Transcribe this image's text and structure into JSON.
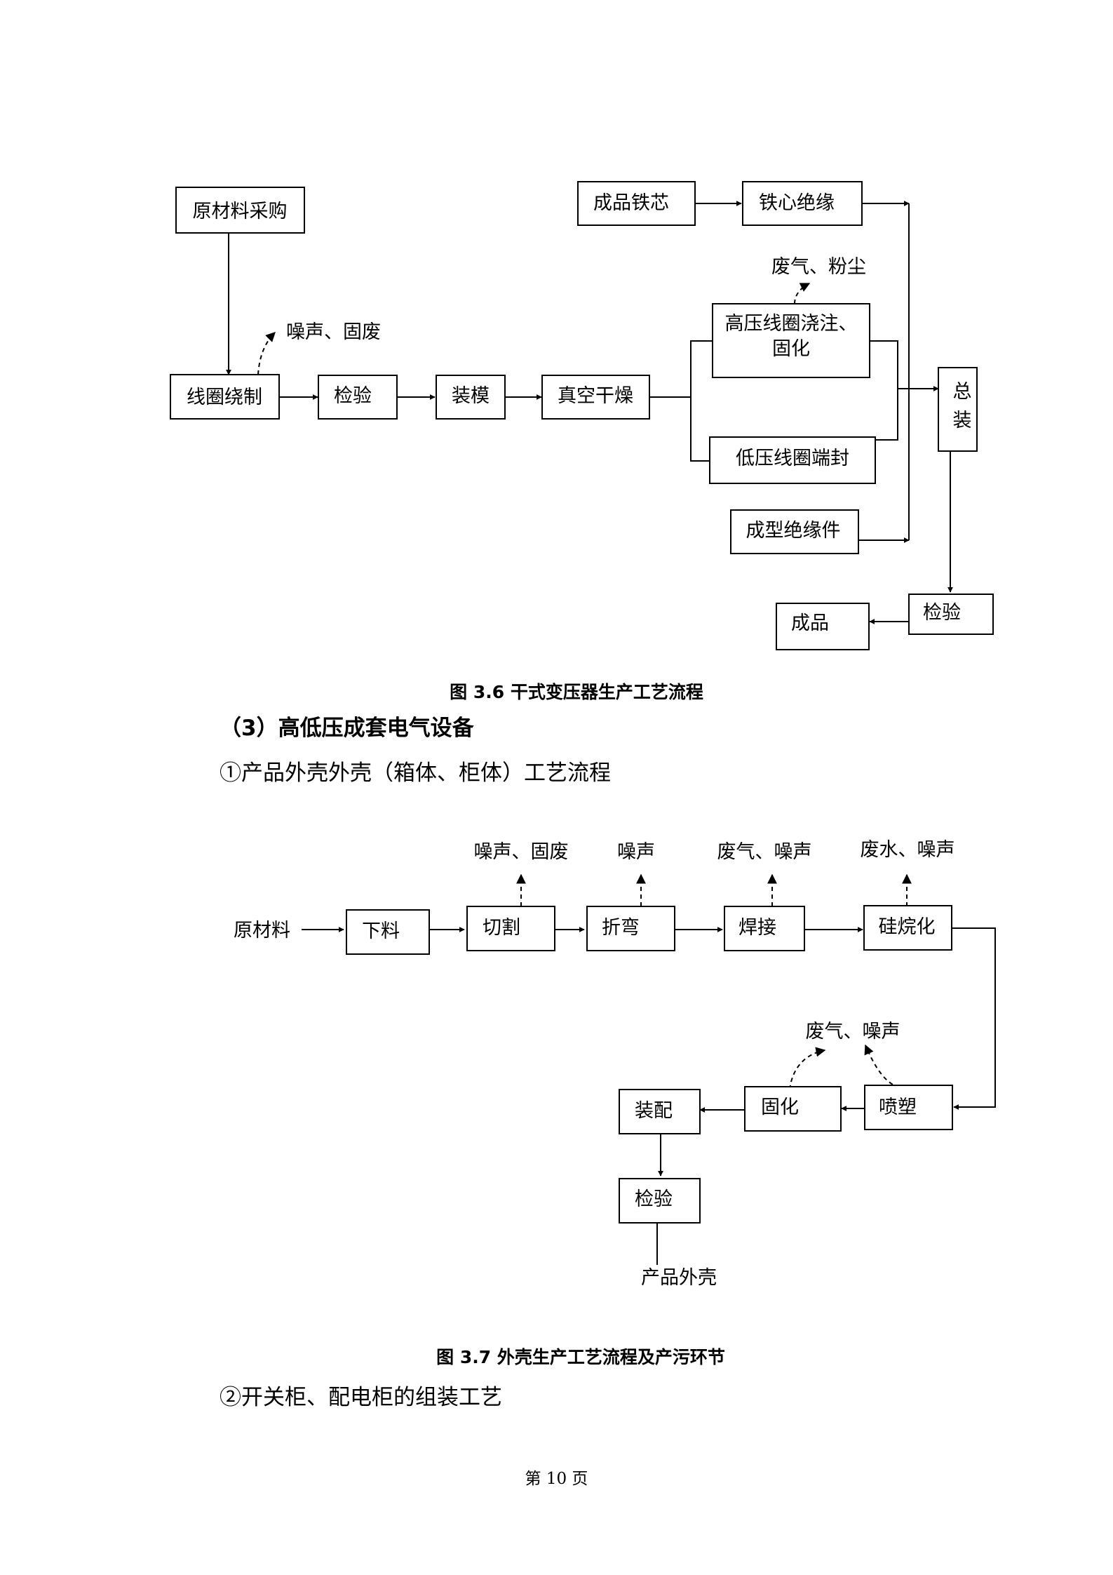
{
  "diagram1": {
    "nodes": {
      "raw_purchase": "原材料采购",
      "coil_winding": "线圈绕制",
      "inspect1": "检验",
      "mold": "装模",
      "vacuum_dry": "真空干燥",
      "iron_core": "成品铁芯",
      "core_insulation": "铁心绝缘",
      "hv_cast_line1": "高压线圈浇注、",
      "hv_cast_line2": "固化",
      "lv_seal": "低压线圈端封",
      "formed_insulation": "成型绝缘件",
      "assembly_line1": "总",
      "assembly_line2": "装",
      "inspect2": "检验",
      "product": "成品"
    },
    "emissions": {
      "winding": "噪声、固废",
      "casting": "废气、粉尘"
    },
    "caption": "图 3.6 干式变压器生产工艺流程"
  },
  "section_heading": "（3）高低压成套电气设备",
  "para1": "①产品外壳外壳（箱体、柜体）工艺流程",
  "diagram2": {
    "nodes": {
      "raw": "原材料",
      "blanking": "下料",
      "cutting": "切割",
      "bending": "折弯",
      "welding": "焊接",
      "silanize": "硅烷化",
      "spray": "喷塑",
      "cure": "固化",
      "assemble": "装配",
      "inspect": "检验",
      "product": "产品外壳"
    },
    "emissions": {
      "cutting": "噪声、固废",
      "bending": "噪声",
      "welding": "废气、噪声",
      "silanize": "废水、噪声",
      "spray_cure": "废气、噪声"
    },
    "caption": "图 3.7 外壳生产工艺流程及产污环节"
  },
  "para2": "②开关柜、配电柜的组装工艺",
  "page_number": "第 10 页"
}
